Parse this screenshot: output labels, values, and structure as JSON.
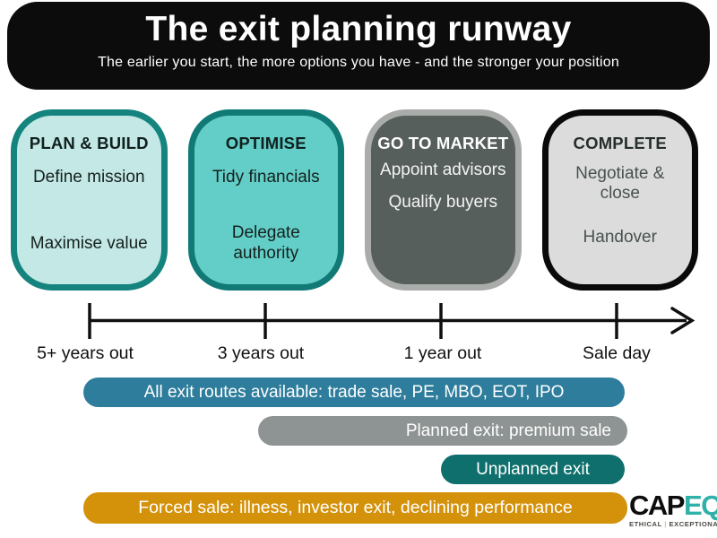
{
  "header": {
    "title": "The exit planning runway",
    "subtitle": "The earlier you start, the more options you have - and the stronger your position"
  },
  "stages": [
    {
      "title": "PLAN & BUILD",
      "items": [
        "Define mission",
        "Maximise value"
      ],
      "fill": "#c3e8e5",
      "border": "#15837e",
      "text": "#16211f"
    },
    {
      "title": "OPTIMISE",
      "items": [
        "Tidy financials",
        "Delegate authority"
      ],
      "fill": "#62cec7",
      "border": "#117a76",
      "text": "#16211f"
    },
    {
      "title": "GO TO MARKET",
      "items": [
        "Appoint advisors",
        "Qualify buyers"
      ],
      "fill": "#575f5d",
      "border": "#a9aca9",
      "text": "#ffffff"
    },
    {
      "title": "COMPLETE",
      "items": [
        "Negotiate & close",
        "Handover"
      ],
      "fill": "#dcdcdc",
      "border": "#0a0a0a",
      "text": "#48524f"
    }
  ],
  "timeline": {
    "labels": [
      "5+ years out",
      "3 years out",
      "1 year out",
      "Sale day"
    ]
  },
  "bars": [
    {
      "label": "All exit routes available: trade sale, PE, MBO, EOT, IPO",
      "color": "#2e7d9c"
    },
    {
      "label": "Planned exit: premium sale",
      "color": "#8e9493"
    },
    {
      "label": "Unplanned exit",
      "color": "#0e6f6c"
    },
    {
      "label": "Forced sale: illness, investor exit, declining performance",
      "color": "#d4920b"
    }
  ],
  "logo": {
    "cap": "CAP",
    "eq": "EQ",
    "tagline_left": "ETHICAL",
    "tagline_divider": "|",
    "tagline_right": "EXCEPTIONAL"
  }
}
